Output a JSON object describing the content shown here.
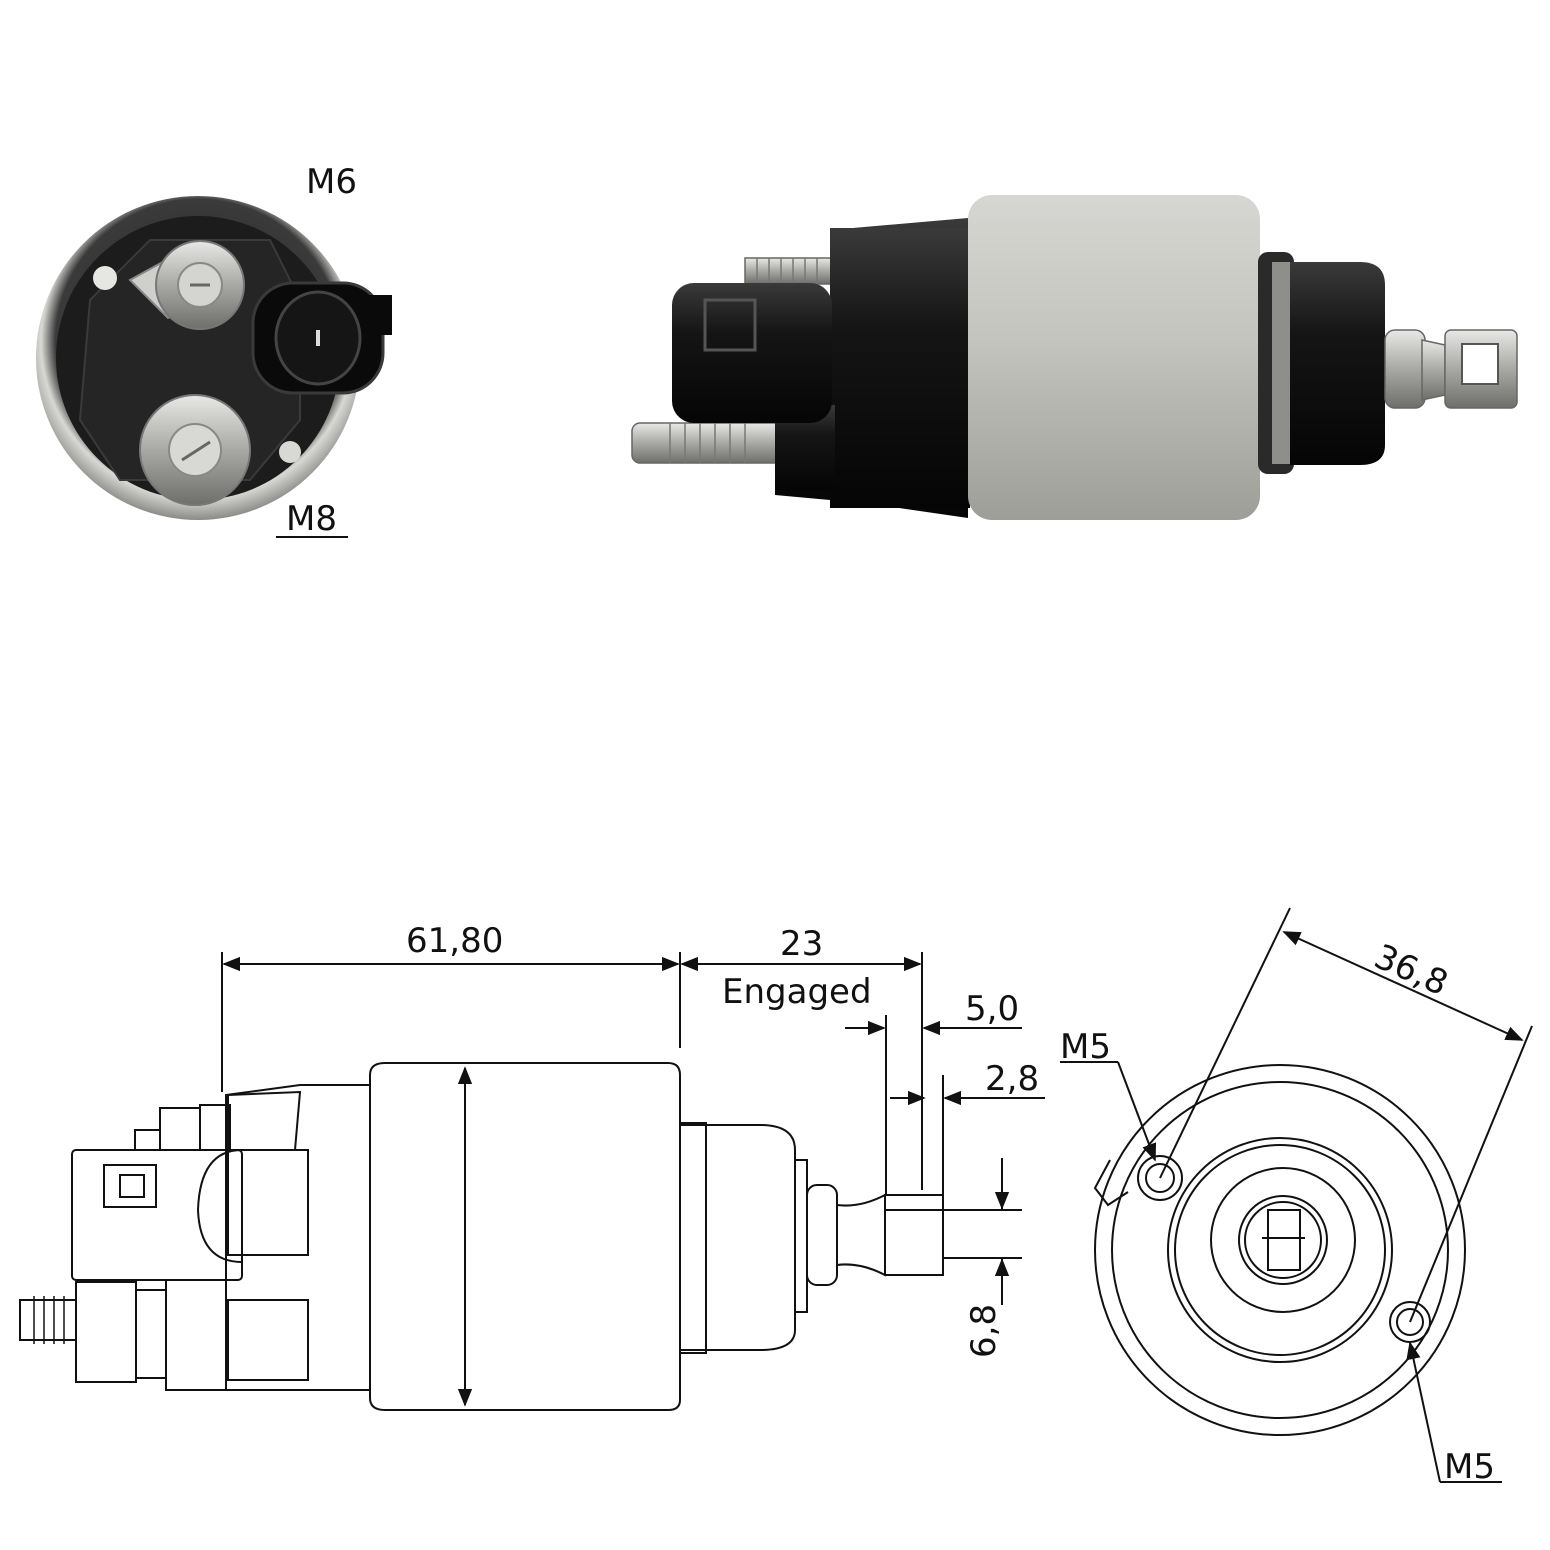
{
  "photo_end_view": {
    "label_top": "M6",
    "label_bottom": "M8"
  },
  "drawing_side_view": {
    "dim_length": "61,80",
    "dim_stroke": "23",
    "dim_stroke_note": "Engaged",
    "dim_tab_offset": "5,0",
    "dim_tab_thickness": "2,8",
    "dim_tab_height": "6,8"
  },
  "drawing_end_view": {
    "dim_hole_spacing": "36,8",
    "label_hole_top": "M5",
    "label_hole_bottom": "M5"
  },
  "colors": {
    "body_silver": "#bfbfba",
    "plastic_black": "#141414",
    "line": "#111111"
  }
}
